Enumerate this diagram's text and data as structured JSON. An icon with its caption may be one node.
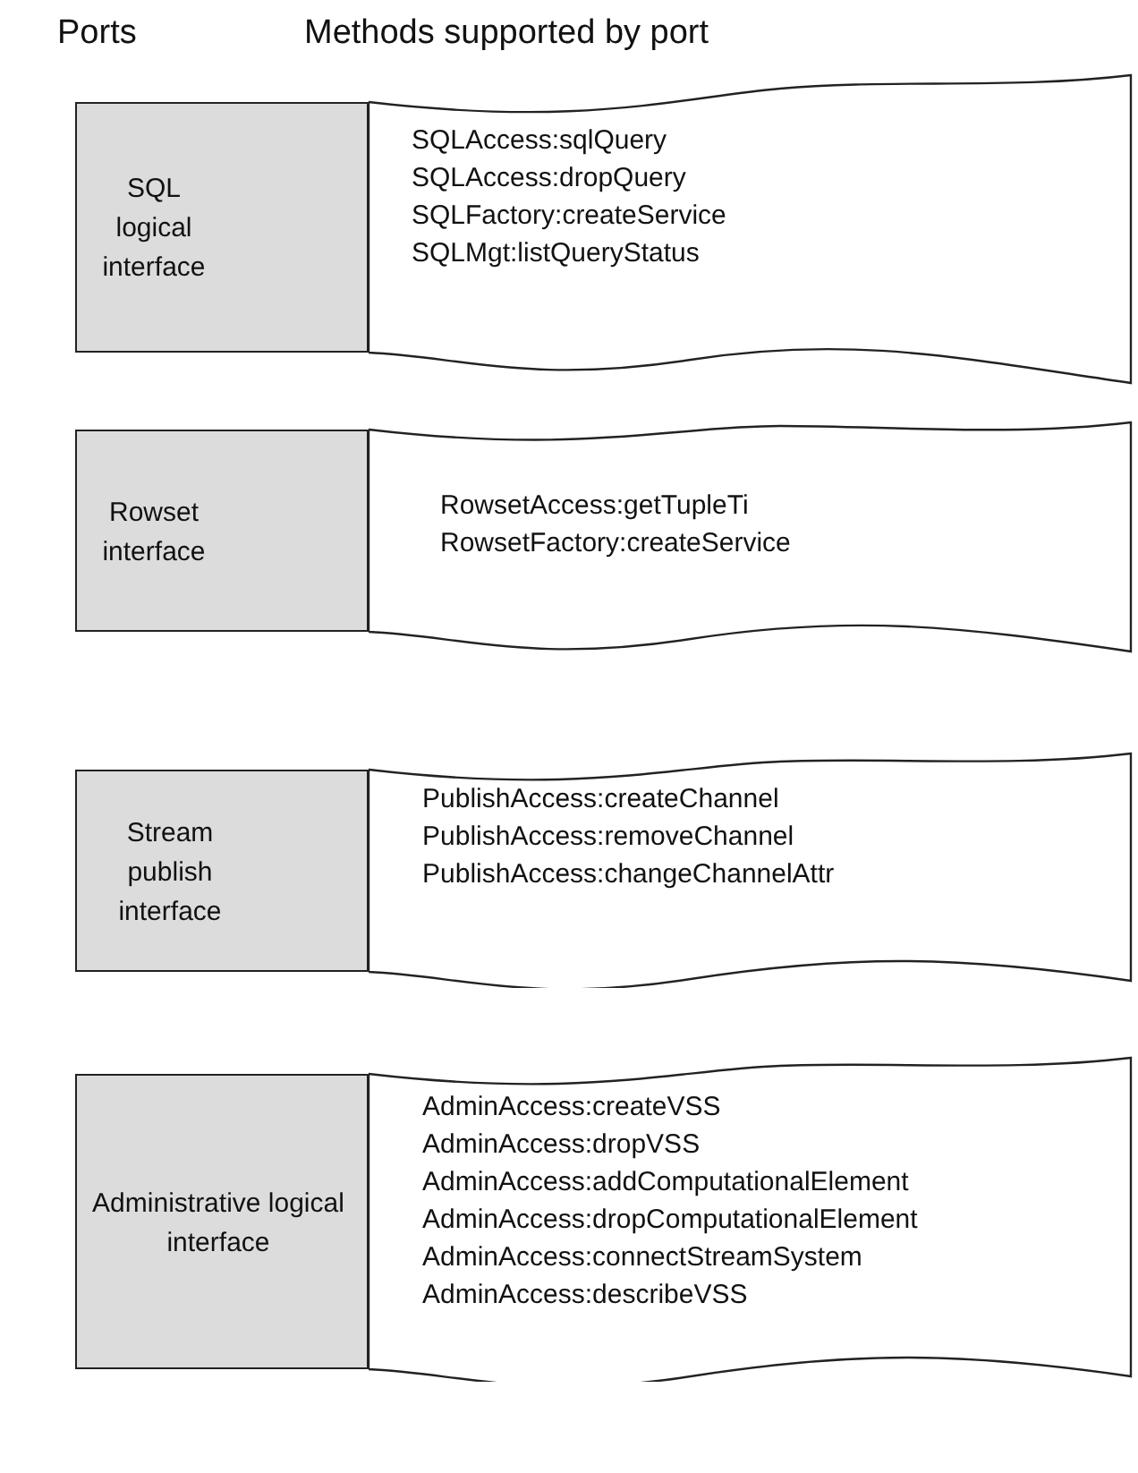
{
  "diagram": {
    "nodes": [
      {
        "text": [
          "SQL logical interface"
        ]
      },
      {
        "text": [
          "SQLAccess:sqlQuery",
          "SQLAccess:dropQuery",
          "SQLFactory:createService",
          "SQLMgt:listQueryStatus"
        ]
      },
      {
        "text": [
          "Rowset interface"
        ]
      },
      {
        "text": [
          "RowsetAccess:getTupleTi",
          "RowsetFactory:createService"
        ]
      },
      {
        "text": [
          "Stream publish interface"
        ]
      },
      {
        "text": [
          "PublishAccess:createChannel",
          "PublishAccess:removeChannel",
          "PublishAccess:changeChannelAttr"
        ]
      },
      {
        "text": [
          "Administrative logical interface"
        ]
      },
      {
        "text": [
          "AdminAccess:createVSS",
          "AdminAccess:dropVSS",
          "AdminAccess:addComputationalElement",
          "AdminAccess:dropComputationalElement",
          "AdminAccess:connectStreamSystem",
          "AdminAccess:describeVSS"
        ]
      }
    ],
    "labels": [
      "Ports",
      "Methods supported by port"
    ]
  }
}
